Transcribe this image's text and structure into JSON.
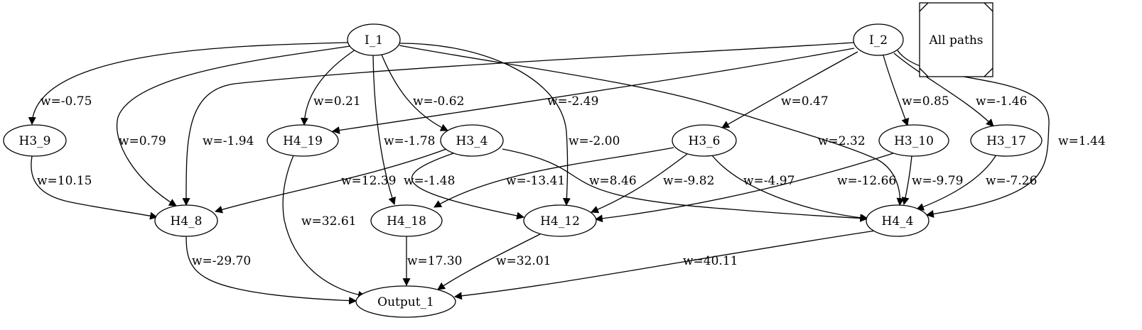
{
  "graph": {
    "legend_label": "All paths",
    "nodes": [
      {
        "id": "I_1",
        "label": "I_1"
      },
      {
        "id": "I_2",
        "label": "I_2"
      },
      {
        "id": "H3_9",
        "label": "H3_9"
      },
      {
        "id": "H4_19",
        "label": "H4_19"
      },
      {
        "id": "H3_4",
        "label": "H3_4"
      },
      {
        "id": "H3_6",
        "label": "H3_6"
      },
      {
        "id": "H3_10",
        "label": "H3_10"
      },
      {
        "id": "H3_17",
        "label": "H3_17"
      },
      {
        "id": "H4_8",
        "label": "H4_8"
      },
      {
        "id": "H4_18",
        "label": "H4_18"
      },
      {
        "id": "H4_12",
        "label": "H4_12"
      },
      {
        "id": "H4_4",
        "label": "H4_4"
      },
      {
        "id": "Output_1",
        "label": "Output_1"
      }
    ],
    "edges": [
      {
        "from": "I_1",
        "to": "H3_9",
        "label": "w=-0.75"
      },
      {
        "from": "I_1",
        "to": "H4_8",
        "label": "w=0.79"
      },
      {
        "from": "I_1",
        "to": "H4_19",
        "label": "w=0.21"
      },
      {
        "from": "I_1",
        "to": "H4_18",
        "label": "w=-1.78"
      },
      {
        "from": "I_1",
        "to": "H3_4",
        "label": "w=-0.62"
      },
      {
        "from": "I_1",
        "to": "H4_12",
        "label": "w=-2.00"
      },
      {
        "from": "I_1",
        "to": "H4_4",
        "label": "w=2.32"
      },
      {
        "from": "I_2",
        "to": "H4_8",
        "label": "w=-1.94"
      },
      {
        "from": "I_2",
        "to": "H4_19",
        "label": "w=-2.49"
      },
      {
        "from": "I_2",
        "to": "H3_6",
        "label": "w=0.47"
      },
      {
        "from": "I_2",
        "to": "H3_10",
        "label": "w=0.85"
      },
      {
        "from": "I_2",
        "to": "H3_17",
        "label": "w=-1.46"
      },
      {
        "from": "I_2",
        "to": "H4_4",
        "label": "w=1.44"
      },
      {
        "from": "H3_9",
        "to": "H4_8",
        "label": "w=10.15"
      },
      {
        "from": "H3_4",
        "to": "H4_8",
        "label": "w=12.39"
      },
      {
        "from": "H3_4",
        "to": "H4_12",
        "label": "w=-1.48"
      },
      {
        "from": "H3_4",
        "to": "H4_4",
        "label": "w=8.46"
      },
      {
        "from": "H3_6",
        "to": "H4_18",
        "label": "w=-13.41"
      },
      {
        "from": "H3_6",
        "to": "H4_12",
        "label": "w=-9.82"
      },
      {
        "from": "H3_6",
        "to": "H4_4",
        "label": "w=-4.97"
      },
      {
        "from": "H3_10",
        "to": "H4_12",
        "label": "w=-12.66"
      },
      {
        "from": "H3_10",
        "to": "H4_4",
        "label": "w=-9.79"
      },
      {
        "from": "H3_17",
        "to": "H4_4",
        "label": "w=-7.26"
      },
      {
        "from": "H4_19",
        "to": "Output_1",
        "label": "w=32.61"
      },
      {
        "from": "H4_8",
        "to": "Output_1",
        "label": "w=-29.70"
      },
      {
        "from": "H4_18",
        "to": "Output_1",
        "label": "w=17.30"
      },
      {
        "from": "H4_12",
        "to": "Output_1",
        "label": "w=32.01"
      },
      {
        "from": "H4_4",
        "to": "Output_1",
        "label": "w=40.11"
      }
    ]
  }
}
